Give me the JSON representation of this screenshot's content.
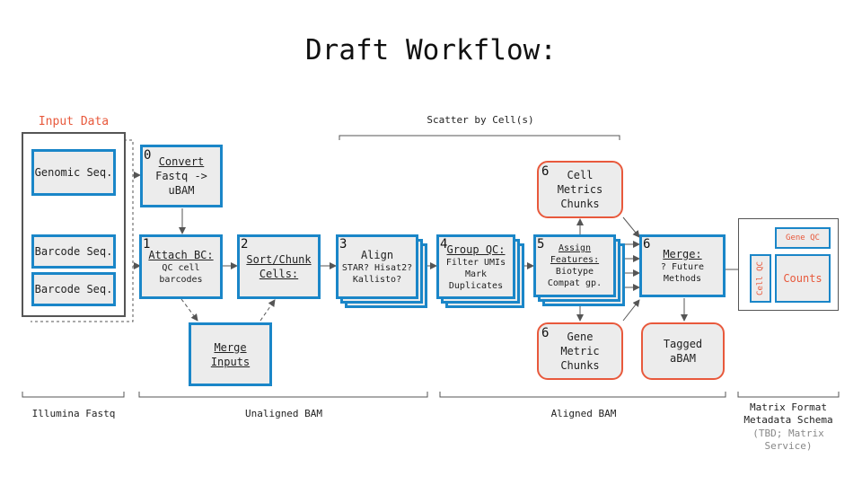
{
  "title": "Draft Workflow:",
  "input_data": {
    "heading": "Input Data",
    "genomic": "Genomic Seq.",
    "barcode1": "Barcode Seq.",
    "barcode2": "Barcode Seq."
  },
  "scatter_label": "Scatter by Cell(s)",
  "steps": {
    "convert": {
      "num": "0",
      "title": "Convert",
      "body": "Fastq -> uBAM"
    },
    "attach": {
      "num": "1",
      "title": "Attach BC:",
      "body": "QC cell barcodes"
    },
    "merge_inputs": {
      "title": "Merge Inputs"
    },
    "sort": {
      "num": "2",
      "title": "Sort/Chunk Cells:"
    },
    "align": {
      "num": "3",
      "title": "Align",
      "body": "STAR? Hisat2? Kallisto?"
    },
    "group_qc": {
      "num": "4",
      "title": "Group QC:",
      "body": "Filter UMIs Mark Duplicates"
    },
    "assign": {
      "num": "5",
      "title": "Assign Features:",
      "body": "Biotype Compat gp."
    },
    "cell_metrics": {
      "num": "6",
      "title": "Cell Metrics Chunks"
    },
    "gene_metric": {
      "num": "6",
      "title": "Gene Metric Chunks"
    },
    "merge": {
      "num": "6",
      "title": "Merge:",
      "body": "? Future Methods"
    },
    "tagged": {
      "title": "Tagged aBAM"
    }
  },
  "matrix": {
    "gene_qc": "Gene QC",
    "cell_qc": "Cell QC",
    "counts": "Counts"
  },
  "bottom_labels": {
    "illumina": "Illumina Fastq",
    "unaligned": "Unaligned BAM",
    "aligned": "Aligned BAM",
    "matrix_line1": "Matrix Format",
    "matrix_line2": "Metadata Schema",
    "matrix_note": "(TBD; Matrix Service)"
  },
  "colors": {
    "blue": "#1a86c8",
    "red": "#e8593c",
    "fill": "#ececec"
  }
}
